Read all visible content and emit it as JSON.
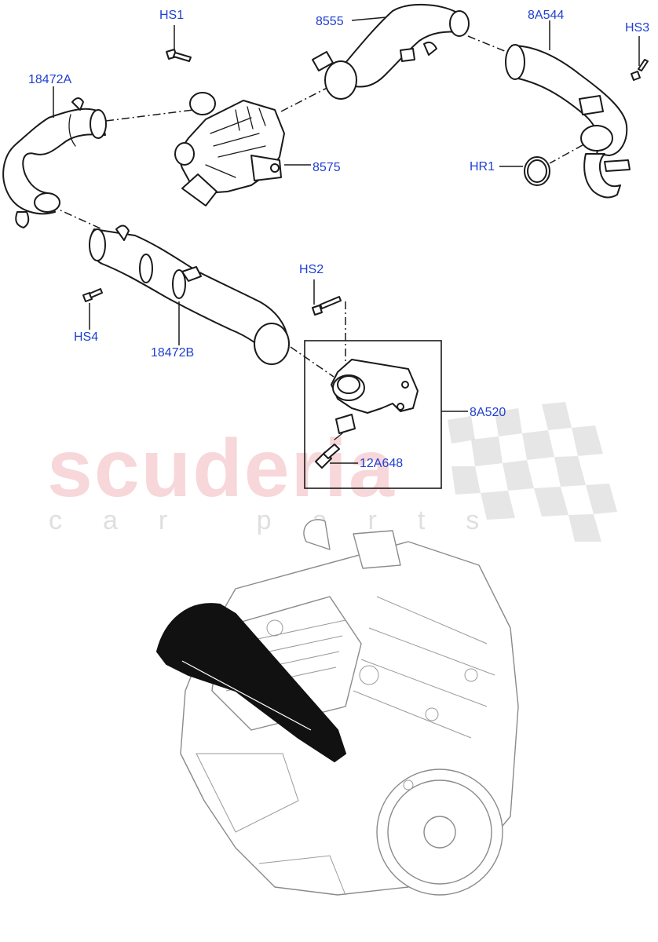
{
  "diagram": {
    "callouts": {
      "hs1": "HS1",
      "p8555": "8555",
      "p8a544": "8A544",
      "hs3": "HS3",
      "p18472a": "18472A",
      "p8575": "8575",
      "hr1": "HR1",
      "hs2": "HS2",
      "hs4": "HS4",
      "p18472b": "18472B",
      "p8a520": "8A520",
      "p12a648": "12A648"
    },
    "callout_color": "#1f3fd1"
  },
  "watermark": {
    "brand": "scuderia",
    "tagline": "car parts",
    "brand_color": "#eca0a5"
  }
}
